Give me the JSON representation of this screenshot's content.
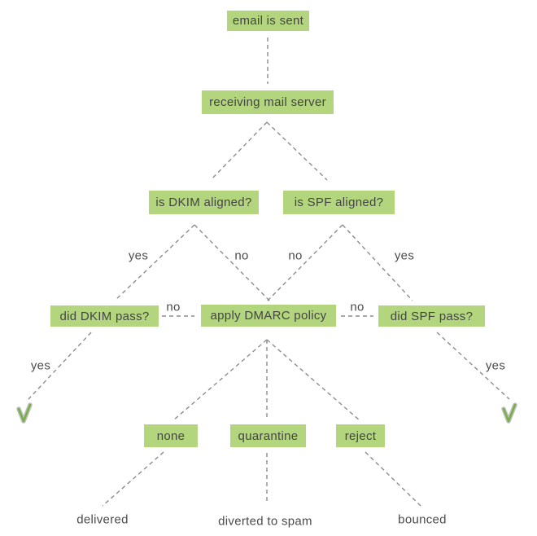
{
  "flowchart": {
    "nodes": {
      "email_sent": "email is sent",
      "receiving_server": "receiving mail server",
      "dkim_aligned": "is DKIM aligned?",
      "spf_aligned": "is SPF aligned?",
      "dkim_pass": "did DKIM pass?",
      "dmarc_policy": "apply DMARC policy",
      "spf_pass": "did SPF pass?",
      "policy_none": "none",
      "policy_quarantine": "quarantine",
      "policy_reject": "reject"
    },
    "edge_labels": {
      "dkim_aligned_yes": "yes",
      "dkim_aligned_no": "no",
      "spf_aligned_no": "no",
      "spf_aligned_yes": "yes",
      "dkim_pass_no": "no",
      "spf_pass_no": "no",
      "dkim_pass_yes": "yes",
      "spf_pass_yes": "yes"
    },
    "outcomes": {
      "delivered": "delivered",
      "diverted_to_spam": "diverted to spam",
      "bounced": "bounced"
    },
    "icons": {
      "checkmark": "✓"
    },
    "colors": {
      "node_fill": "#b2d57e",
      "text": "#454545",
      "connector": "#8c8c8c",
      "checkmark_green": "#76b043",
      "background": "#ffffff"
    }
  }
}
